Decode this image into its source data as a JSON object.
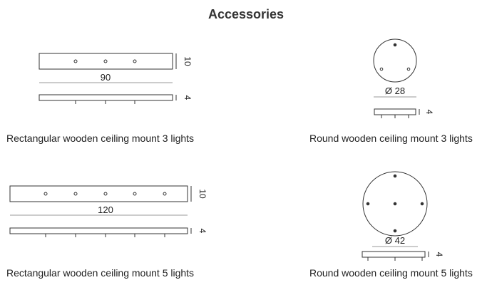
{
  "title": "Accessories",
  "items": [
    {
      "caption": "Rectangular wooden ceiling mount 3 lights",
      "length_label": "90",
      "height_label": "10",
      "thickness_label": "4"
    },
    {
      "caption": "Round wooden ceiling mount 3 lights",
      "diameter_label": "Ø 28",
      "thickness_label": "4"
    },
    {
      "caption": "Rectangular wooden ceiling mount 5 lights",
      "length_label": "120",
      "height_label": "10",
      "thickness_label": "4"
    },
    {
      "caption": "Round wooden ceiling mount 5 lights",
      "diameter_label": "Ø 42",
      "thickness_label": "4"
    }
  ]
}
